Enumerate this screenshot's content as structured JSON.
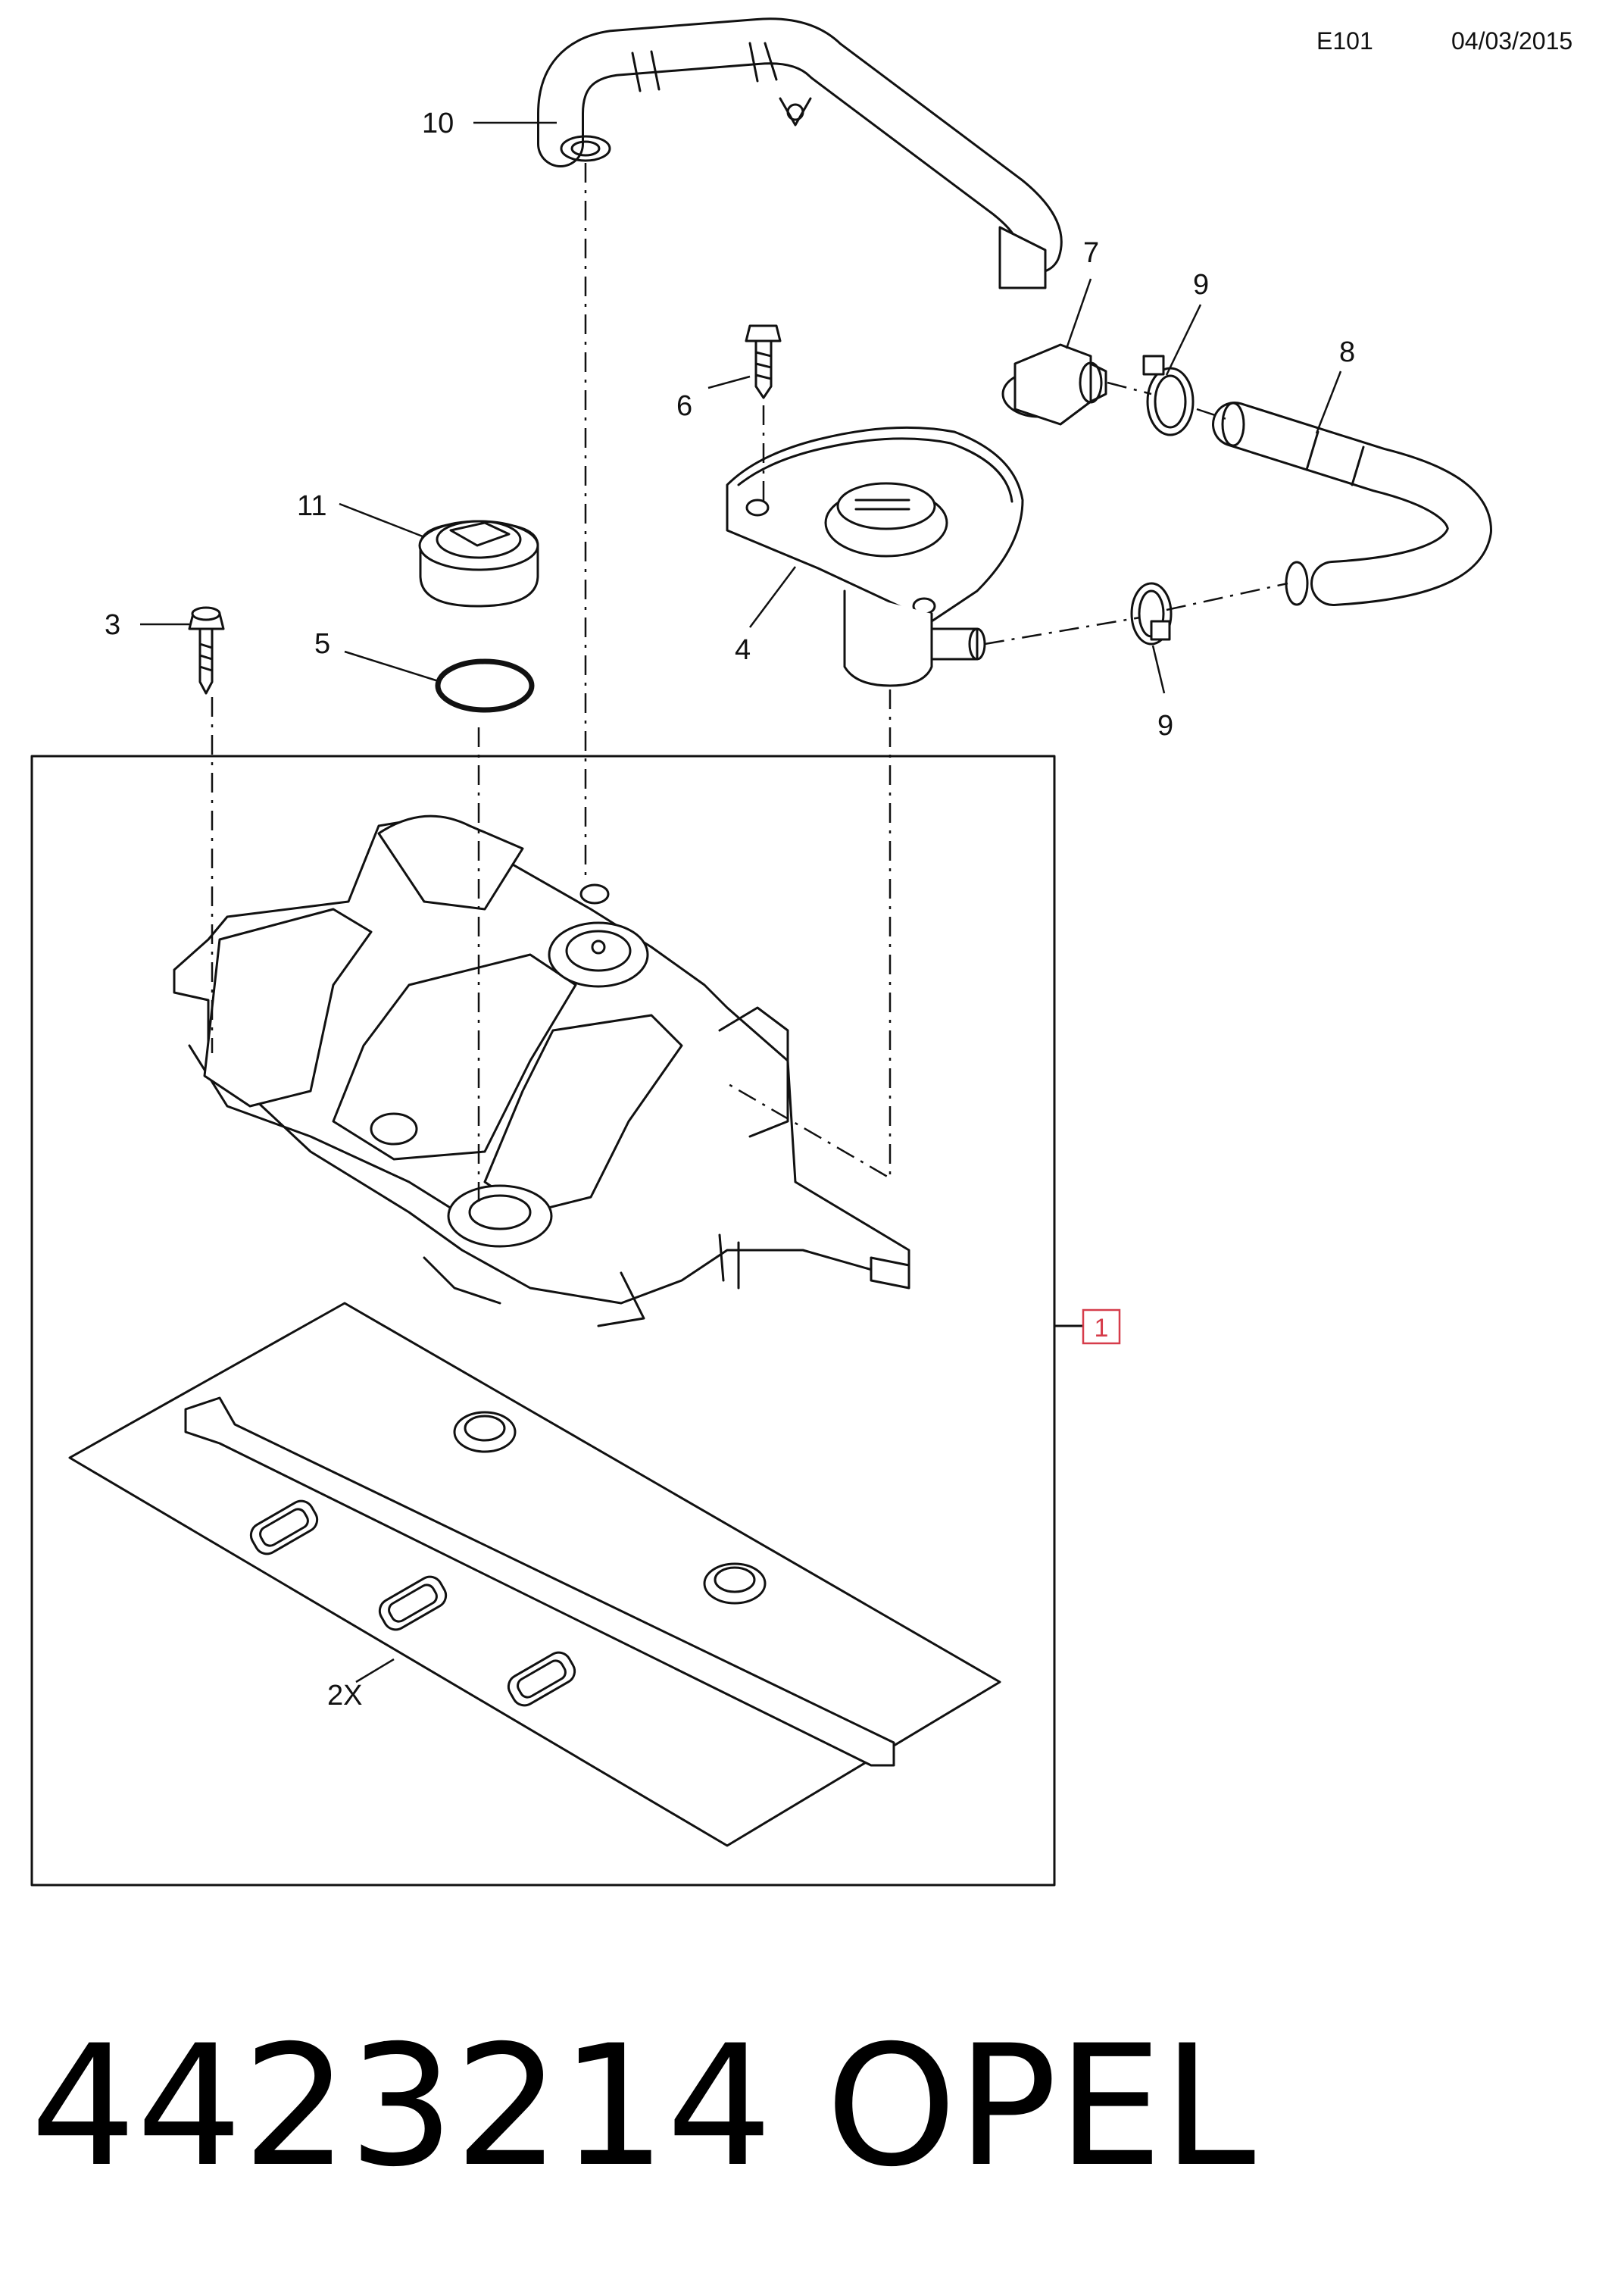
{
  "header": {
    "code": "E101",
    "date": "04/03/2015"
  },
  "callouts": {
    "p1": "1",
    "p2x": "2X",
    "p3": "3",
    "p4": "4",
    "p5": "5",
    "p6": "6",
    "p7": "7",
    "p8": "8",
    "p9a": "9",
    "p9b": "9",
    "p10": "10",
    "p11": "11"
  },
  "footer": {
    "part_number": "4423214",
    "brand": "OPEL"
  },
  "colors": {
    "line": "#111111",
    "kit_label_border": "#d63c4a",
    "kit_label_text": "#d63c4a"
  }
}
